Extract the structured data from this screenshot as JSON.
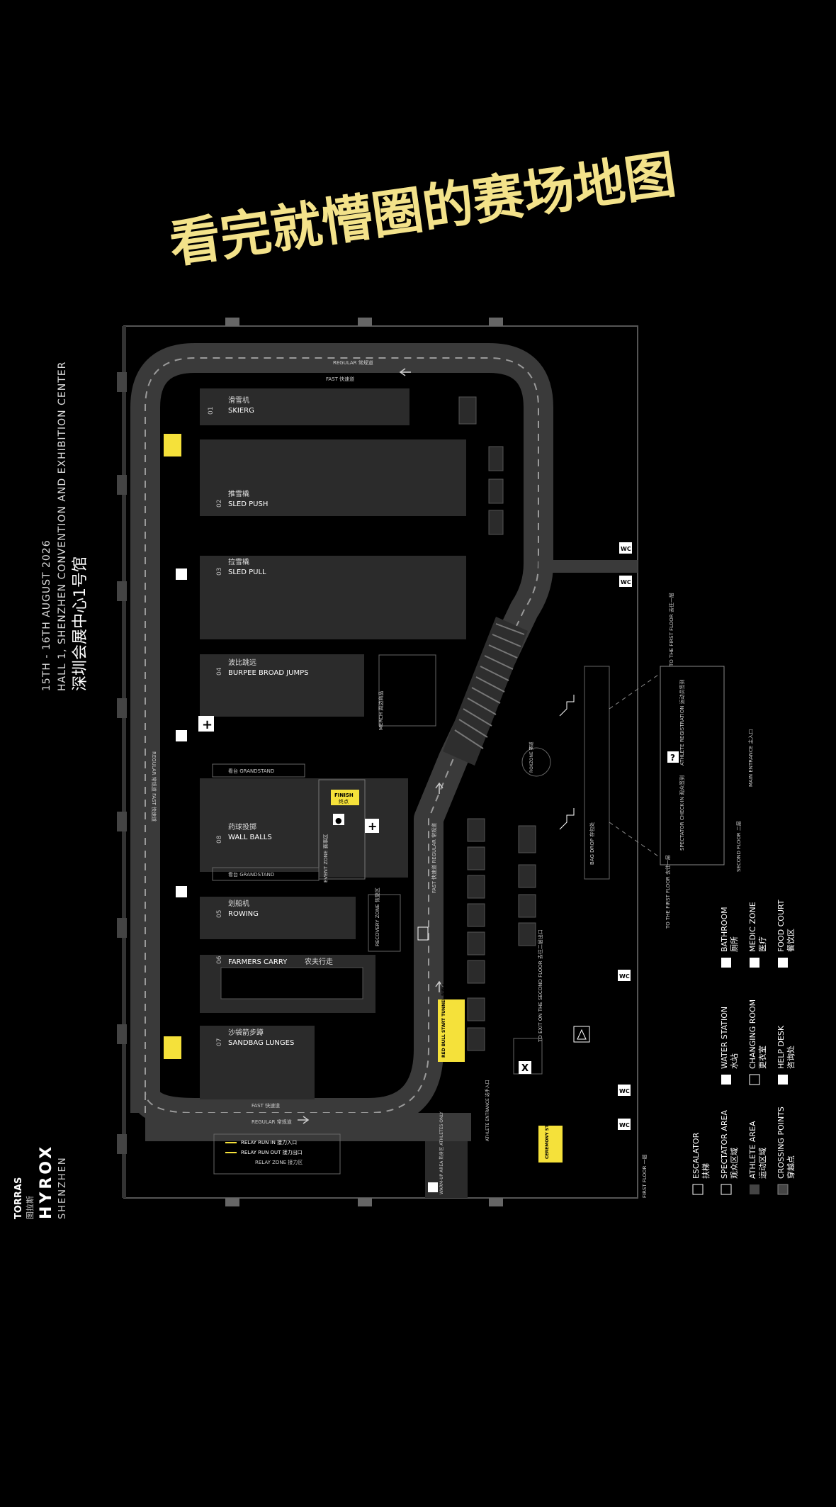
{
  "headline": "看完就懵圈的赛场地图",
  "venue": {
    "dates": "15TH - 16TH AUGUST 2026",
    "hall_en": "HALL 1, SHENZHEN CONVENTION AND EXHIBITION CENTER",
    "hall_cn": "深圳会展中心1号馆"
  },
  "brand": {
    "torras_en": "TORRAS",
    "torras_cn": "图拉斯",
    "hyrox": "HYROX",
    "city": "SHENZHEN"
  },
  "lanes": {
    "regular_top": "REGULAR 常规道",
    "fast_top": "FAST 快速道",
    "fast_bottom": "FAST 快速道",
    "regular_bottom": "REGULAR 常规道",
    "left_lane": "REGULAR 常规道    FAST 快速道",
    "middle_lane": "FAST 快速道    REGULAR 常规道"
  },
  "stations": [
    {
      "num": "01",
      "cn": "滑雪机",
      "en": "SKIERG"
    },
    {
      "num": "02",
      "cn": "推雪橇",
      "en": "SLED PUSH"
    },
    {
      "num": "03",
      "cn": "拉雪橇",
      "en": "SLED PULL"
    },
    {
      "num": "04",
      "cn": "波比跳远",
      "en": "BURPEE BROAD JUMPS"
    },
    {
      "num": "08",
      "cn": "药球投掷",
      "en": "WALL BALLS"
    },
    {
      "num": "05",
      "cn": "划船机",
      "en": "ROWING"
    },
    {
      "num": "06",
      "cn": "农夫行走",
      "en": "FARMERS CARRY"
    },
    {
      "num": "07",
      "cn": "沙袋箭步蹲",
      "en": "SANDBAG LUNGES"
    }
  ],
  "areas": {
    "finish_en": "FINISH",
    "finish_cn": "终点",
    "grandstand_1": "看台 GRANDSTAND",
    "grandstand_2": "看台 GRANDSTAND",
    "merch": "MERCH 周边商品",
    "recovery": "RECOVERY ZONE 恢复区",
    "event_zone": "EVENT ZONE 赛事区",
    "start_tunnel": "RED BULL START TUNNEL 起跑区",
    "relay_in": "RELAY RUN IN 接力入口",
    "relay_out": "RELAY RUN OUT 接力出口",
    "relay_zone": "RELAY ZONE 接力区",
    "warmup": "WARM-UP AREA 热身区 ATHLETES ONLY",
    "athlete_entrance": "ATHLETE ENTRANCE 选手入口",
    "ceremony": "CEREMONY STAGE 颁奖舞台",
    "bag_drop": "BAG DROP 存包处",
    "athlete_reg": "ATHLETE REGISTRATION 运动员签到",
    "spectator_check": "SPECTATOR CHECK-IN 观众签到",
    "main_entrance": "MAIN ENTRANCE 主入口",
    "to_first_floor_1": "TO THE FIRST FLOOR 去往一层",
    "to_first_floor_2": "TO THE FIRST FLOOR 去往一层",
    "second_floor": "SECOND FLOOR 二层",
    "first_floor": "FIRST FLOOR 一层",
    "exit_second": "TO EXIT ON THE SECOND FLOOR 去往二层出口",
    "roxzone": "ROXZONE 赛道"
  },
  "legend": [
    {
      "icon": "escalator-icon",
      "en": "ESCALATOR",
      "cn": "扶梯"
    },
    {
      "icon": "spectator-area-icon",
      "en": "SPECTATOR AREA",
      "cn": "观众区域"
    },
    {
      "icon": "athlete-area-icon",
      "en": "ATHLETE AREA",
      "cn": "运动区域"
    },
    {
      "icon": "crossing-points-icon",
      "en": "CROSSING POINTS",
      "cn": "穿越点"
    },
    {
      "icon": "water-drop-icon",
      "en": "WATER STATION",
      "cn": "水站"
    },
    {
      "icon": "changing-room-icon",
      "en": "CHANGING ROOM",
      "cn": "更衣室"
    },
    {
      "icon": "help-desk-icon",
      "en": "HELP DESK",
      "cn": "咨询处"
    },
    {
      "icon": "wc-icon",
      "en": "BATHROOM",
      "cn": "厕所"
    },
    {
      "icon": "medic-plus-icon",
      "en": "MEDIC ZONE",
      "cn": "医疗"
    },
    {
      "icon": "food-court-icon",
      "en": "FOOD COURT",
      "cn": "餐饮区"
    }
  ],
  "icons": {
    "wc": "WC",
    "help": "?",
    "plus": "+",
    "fork": "X"
  },
  "colors": {
    "accent_yellow": "#f5e13a",
    "title_yellow": "#f3e28a",
    "track": "#3a3a3a",
    "station": "#2b2b2b"
  }
}
